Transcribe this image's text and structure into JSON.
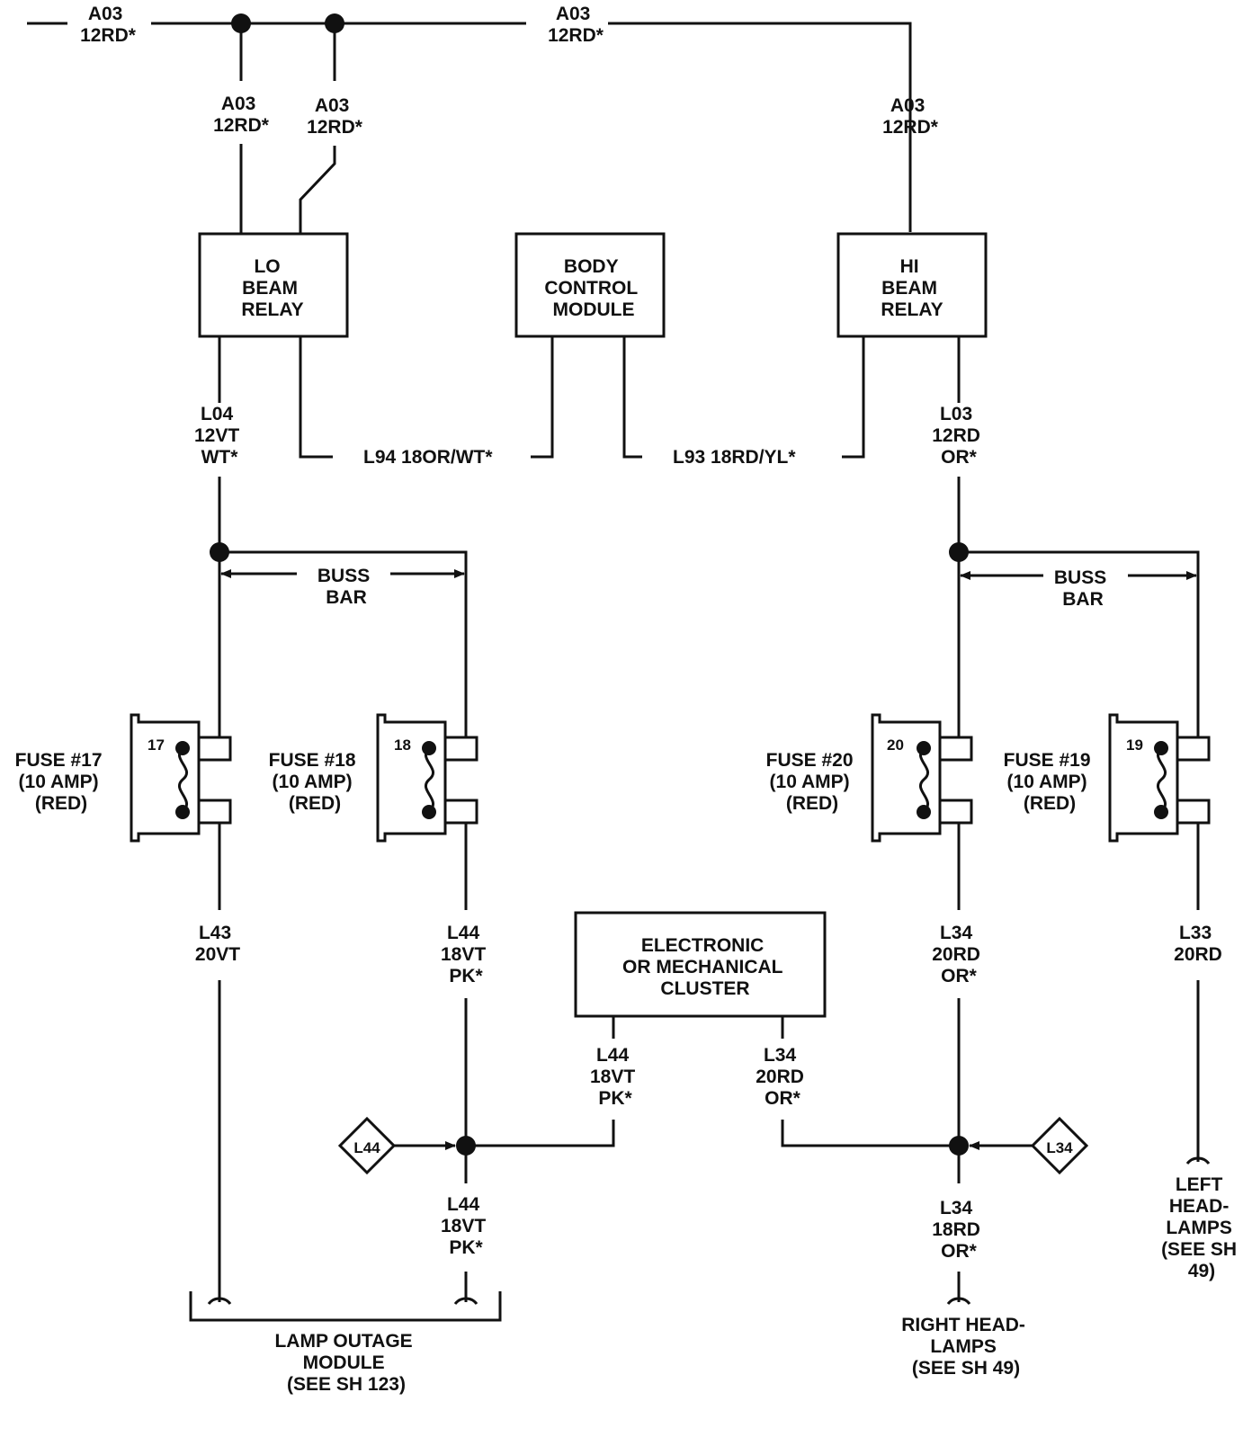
{
  "wires": {
    "top_left": [
      "A03",
      "12RD*"
    ],
    "top_center": [
      "A03",
      "12RD*"
    ],
    "lo_feed_1": [
      "A03",
      "12RD*"
    ],
    "lo_feed_2": [
      "A03",
      "12RD*"
    ],
    "hi_feed": [
      "A03",
      "12RD*"
    ],
    "l04": [
      "L04",
      "12VT",
      "WT*"
    ],
    "l94": "L94 18OR/WT*",
    "l93": "L93 18RD/YL*",
    "l03": [
      "L03",
      "12RD",
      "OR*"
    ],
    "l43": [
      "L43",
      "20VT"
    ],
    "l44_upper": [
      "L44",
      "18VT",
      "PK*"
    ],
    "l44_cluster": [
      "L44",
      "18VT",
      "PK*"
    ],
    "l44_lower": [
      "L44",
      "18VT",
      "PK*"
    ],
    "l34_upper": [
      "L34",
      "20RD",
      "OR*"
    ],
    "l34_cluster": [
      "L34",
      "20RD",
      "OR*"
    ],
    "l34_lower": [
      "L34",
      "18RD",
      "OR*"
    ],
    "l33": [
      "L33",
      "20RD"
    ]
  },
  "components": {
    "lo_beam_relay": [
      "LO",
      "BEAM",
      "RELAY"
    ],
    "body_control_module": [
      "BODY",
      "CONTROL",
      "MODULE"
    ],
    "hi_beam_relay": [
      "HI",
      "BEAM",
      "RELAY"
    ],
    "cluster": [
      "ELECTRONIC",
      "OR MECHANICAL",
      "CLUSTER"
    ]
  },
  "buss_bars": {
    "left": [
      "BUSS",
      "BAR"
    ],
    "right": [
      "BUSS",
      "BAR"
    ]
  },
  "fuses": {
    "f17": {
      "number": "17",
      "label": [
        "FUSE #17",
        "(10 AMP)",
        "(RED)"
      ]
    },
    "f18": {
      "number": "18",
      "label": [
        "FUSE #18",
        "(10 AMP)",
        "(RED)"
      ]
    },
    "f20": {
      "number": "20",
      "label": [
        "FUSE #20",
        "(10 AMP)",
        "(RED)"
      ]
    },
    "f19": {
      "number": "19",
      "label": [
        "FUSE #19",
        "(10 AMP)",
        "(RED)"
      ]
    }
  },
  "connectors": {
    "l44": "L44",
    "l34": "L34"
  },
  "destinations": {
    "lamp_outage": [
      "LAMP OUTAGE",
      "MODULE",
      "(SEE SH 123)"
    ],
    "right_headlamps": [
      "RIGHT HEAD-",
      "LAMPS",
      "(SEE SH 49)"
    ],
    "left_headlamps": [
      "LEFT",
      "HEAD-",
      "LAMPS",
      "(SEE SH",
      "49)"
    ]
  }
}
